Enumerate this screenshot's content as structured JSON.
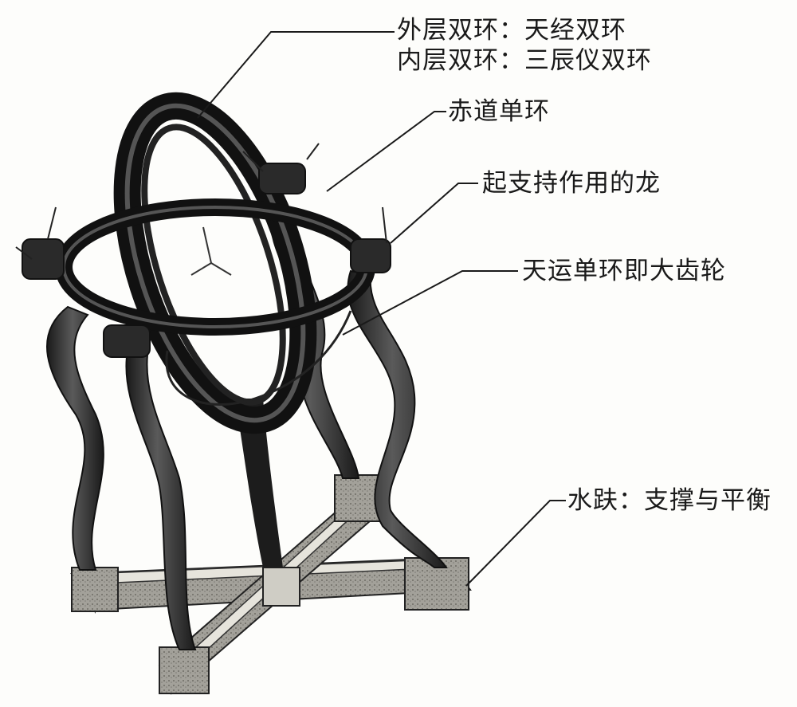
{
  "colors": {
    "ink": "#1a1a1a",
    "paper": "#fdfdfb",
    "shade": "#6d6d6d",
    "base": "#9c9a94"
  },
  "labels": {
    "outer_ring": "外层双环：天经双环",
    "inner_ring": "内层双环：三辰仪双环",
    "equator_ring": "赤道单环",
    "dragon_support": "起支持作用的龙",
    "gear_ring": "天运单环即大齿轮",
    "base_support": "水趺：支撑与平衡"
  }
}
